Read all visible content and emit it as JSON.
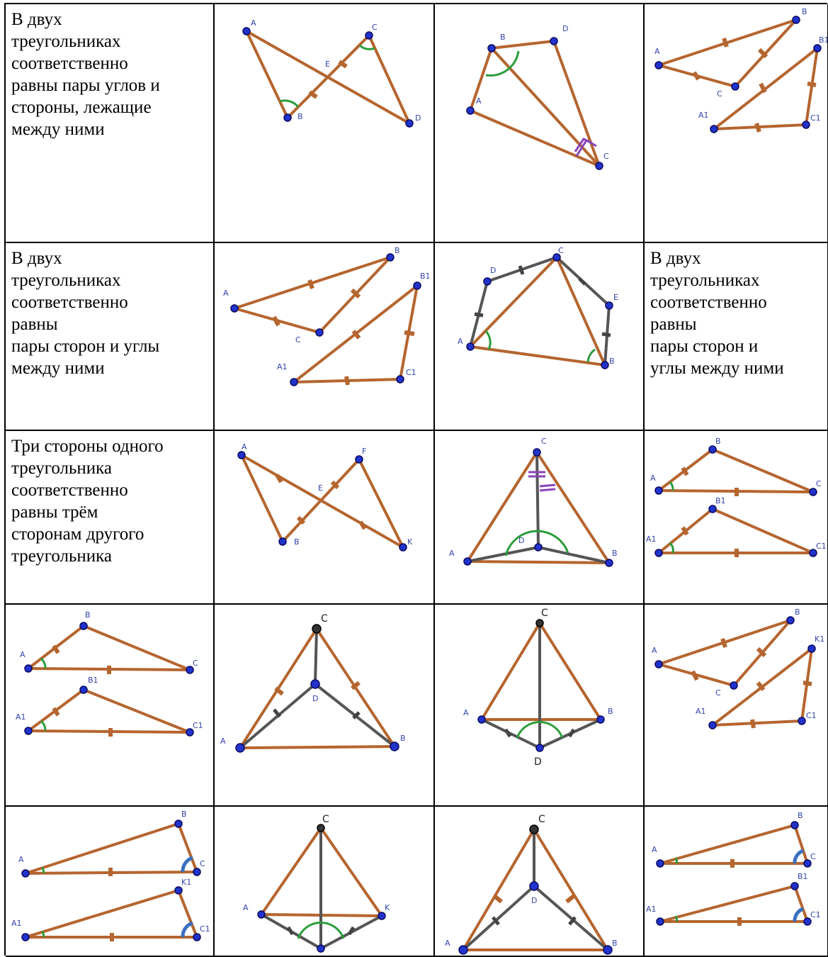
{
  "table": {
    "row1_text": "В двух\nтреугольниках\nсоответственно\nравны пары углов и\nстороны, лежащие\nмежду ними",
    "row2_text": "В двух\nтреугольниках\nсоответственно\nравны\nпары сторон и углы\nмежду ними",
    "row2_col4_text": "В двух\nтреугольниках\nсоответственно\nравны\nпары сторон и\nуглы между ними",
    "row3_text": "Три стороны одного\nтреугольника\nсоответственно\nравны трём\nсторонам другого\nтреугольника"
  },
  "labels": {
    "A": "A",
    "A1": "A1",
    "B": "B",
    "B1": "B1",
    "C": "C",
    "C1": "C1",
    "D": "D",
    "E": "E",
    "F": "F",
    "K": "K",
    "K1": "K1"
  },
  "colors": {
    "segment": "#b5652f",
    "segment_dark": "#555555",
    "angle_mark": "#2a9d3a",
    "angle_mark_alt": "#8a44b8",
    "angle_mark_blue": "#3b6fc0",
    "point": "#2233cc"
  }
}
